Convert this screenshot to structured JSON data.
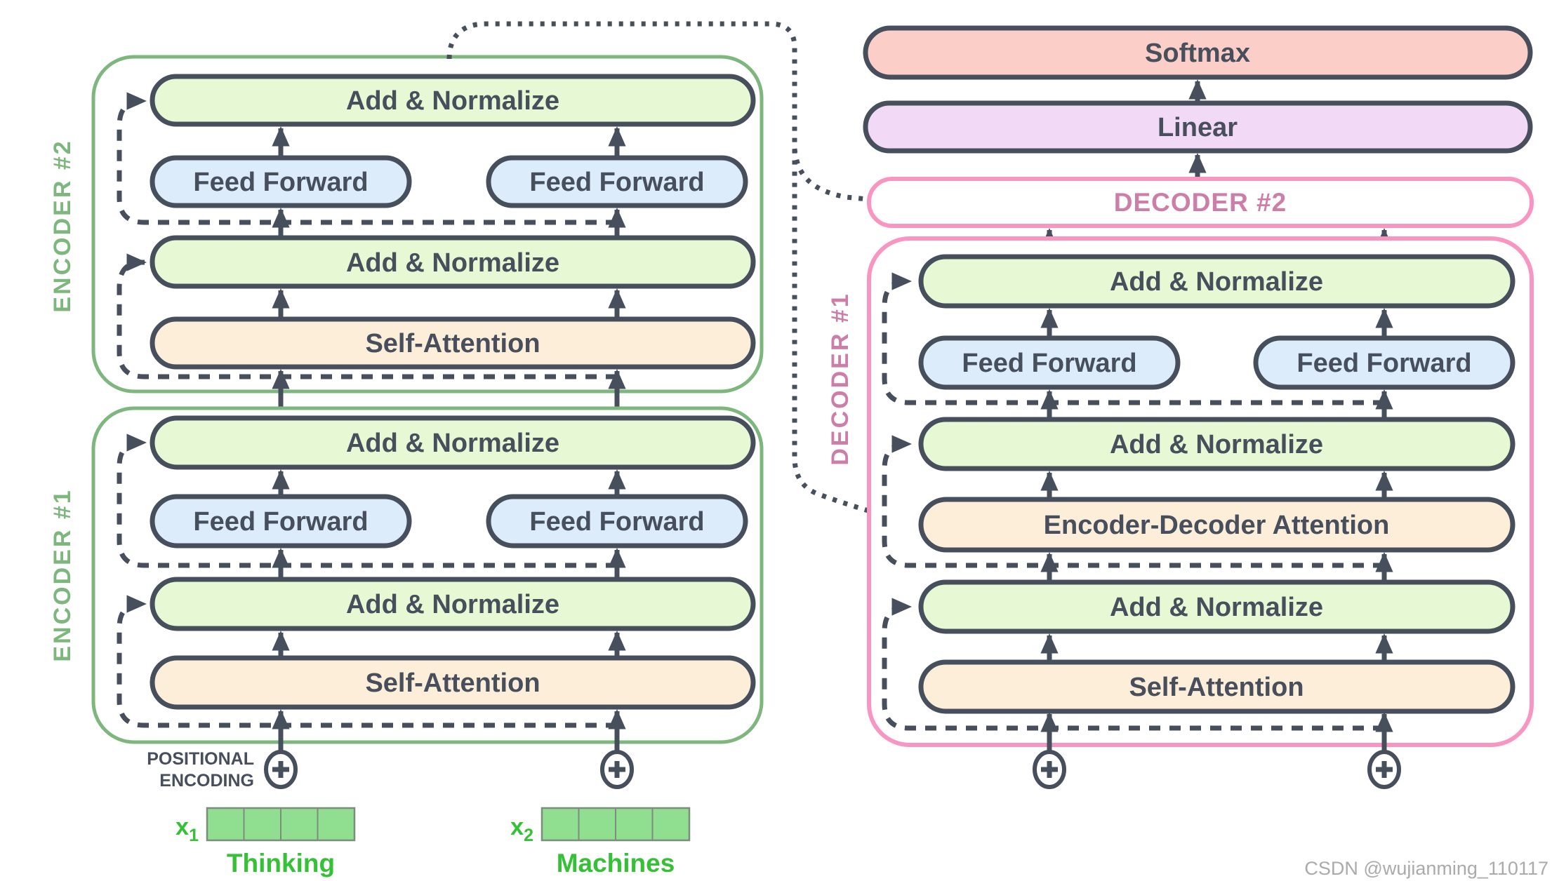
{
  "encoder2": {
    "side_label": "ENCODER #2",
    "boxes": {
      "add_norm_top": "Add & Normalize",
      "feed_forward_left": "Feed Forward",
      "feed_forward_right": "Feed Forward",
      "add_norm_mid": "Add & Normalize",
      "self_attention": "Self-Attention"
    }
  },
  "encoder1": {
    "side_label": "ENCODER #1",
    "boxes": {
      "add_norm_top": "Add & Normalize",
      "feed_forward_left": "Feed Forward",
      "feed_forward_right": "Feed Forward",
      "add_norm_mid": "Add & Normalize",
      "self_attention": "Self-Attention"
    }
  },
  "output_head": {
    "softmax": "Softmax",
    "linear": "Linear"
  },
  "decoder2": {
    "label": "DECODER #2"
  },
  "decoder1": {
    "side_label": "DECODER #1",
    "boxes": {
      "add_norm_top": "Add & Normalize",
      "feed_forward_left": "Feed Forward",
      "feed_forward_right": "Feed Forward",
      "add_norm_mid": "Add & Normalize",
      "encoder_decoder_attention": "Encoder-Decoder Attention",
      "add_norm_bottom": "Add & Normalize",
      "self_attention": "Self-Attention"
    }
  },
  "inputs": {
    "positional_encoding_line1": "POSITIONAL",
    "positional_encoding_line2": "ENCODING",
    "x1_base": "x",
    "x1_sub": "1",
    "x2_base": "x",
    "x2_sub": "2",
    "word1": "Thinking",
    "word2": "Machines"
  },
  "watermark": "CSDN @wujianming_110117",
  "colors": {
    "box_outline": "#474f5d",
    "add_norm_fill": "#e7f8d4",
    "feed_forward_fill": "#ddecfb",
    "attention_fill": "#fdeeda",
    "softmax_fill": "#fbcfc7",
    "linear_fill": "#f2daf7",
    "encoder_border": "#7eb77e",
    "decoder_border": "#f995c1",
    "decoder_label_pink": "#cc7ea9",
    "input_green": "#35c135",
    "vector_fill": "#90de90",
    "watermark_gray": "#ababab"
  }
}
